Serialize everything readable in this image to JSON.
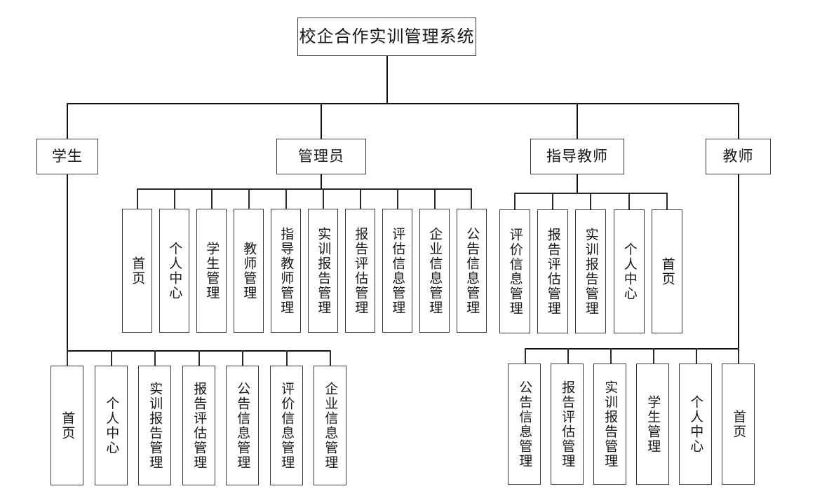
{
  "diagram": {
    "title": "校企合作实训管理系统",
    "type": "hierarchy-tree",
    "root": {
      "label": "校企合作实训管理系统"
    },
    "roles": [
      {
        "key": "student",
        "label": "学生"
      },
      {
        "key": "admin",
        "label": "管理员"
      },
      {
        "key": "supervisor",
        "label": "指导教师"
      },
      {
        "key": "teacher",
        "label": "教师"
      }
    ],
    "admin_children": [
      {
        "label": "首页"
      },
      {
        "label": "个人中心"
      },
      {
        "label": "学生管理"
      },
      {
        "label": "教师管理"
      },
      {
        "label": "指导教师管理"
      },
      {
        "label": "实训报告管理"
      },
      {
        "label": "报告评估管理"
      },
      {
        "label": "评估信息管理"
      },
      {
        "label": "企业信息管理"
      },
      {
        "label": "公告信息管理"
      }
    ],
    "supervisor_children": [
      {
        "label": "评价信息管理"
      },
      {
        "label": "报告评估管理"
      },
      {
        "label": "实训报告管理"
      },
      {
        "label": "个人中心"
      },
      {
        "label": "首页"
      }
    ],
    "student_children": [
      {
        "label": "首页"
      },
      {
        "label": "个人中心"
      },
      {
        "label": "实训报告管理"
      },
      {
        "label": "报告评估管理"
      },
      {
        "label": "公告信息管理"
      },
      {
        "label": "评价信息管理"
      },
      {
        "label": "企业信息管理"
      }
    ],
    "teacher_children": [
      {
        "label": "公告信息管理"
      },
      {
        "label": "报告评估管理"
      },
      {
        "label": "实训报告管理"
      },
      {
        "label": "学生管理"
      },
      {
        "label": "个人中心"
      },
      {
        "label": "首页"
      }
    ],
    "colors": {
      "box_border": "#3a3a3a",
      "connector": "#111111",
      "background": "#ffffff",
      "text": "#16171a"
    }
  }
}
